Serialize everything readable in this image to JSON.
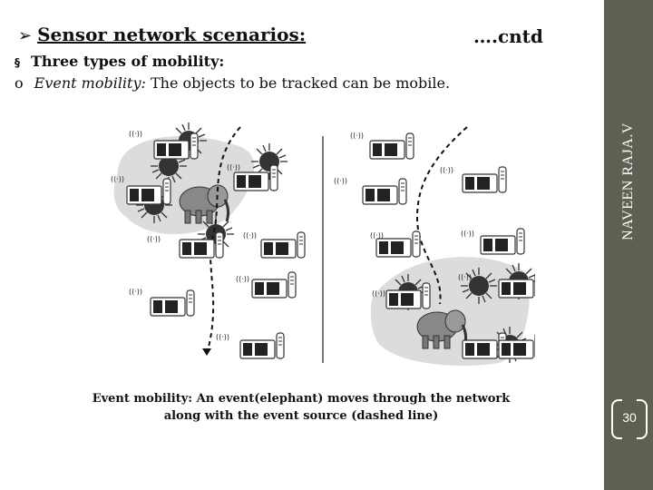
{
  "slide": {
    "title_bullet_icon": "arrow-bullet-icon",
    "title": "Sensor network scenarios:",
    "continued": "….cntd",
    "bullet1": {
      "marker": "§",
      "text": "Three types of mobility:"
    },
    "bullet2": {
      "marker": "o",
      "term": "Event mobility:",
      "text": " The objects to be tracked can be mobile."
    },
    "caption_line1": "Event mobility: An event(elephant) moves through the network",
    "caption_line2": "along with the event source (dashed line)",
    "author": "NAVEEN RAJA.V",
    "page_number": "30"
  },
  "colors": {
    "sidebar": "#5f5f52",
    "region": "#dcdcdc"
  },
  "figure": {
    "icons": [
      "sensor-node-icon",
      "elephant-icon",
      "event-burst-icon",
      "antenna-icon"
    ]
  }
}
